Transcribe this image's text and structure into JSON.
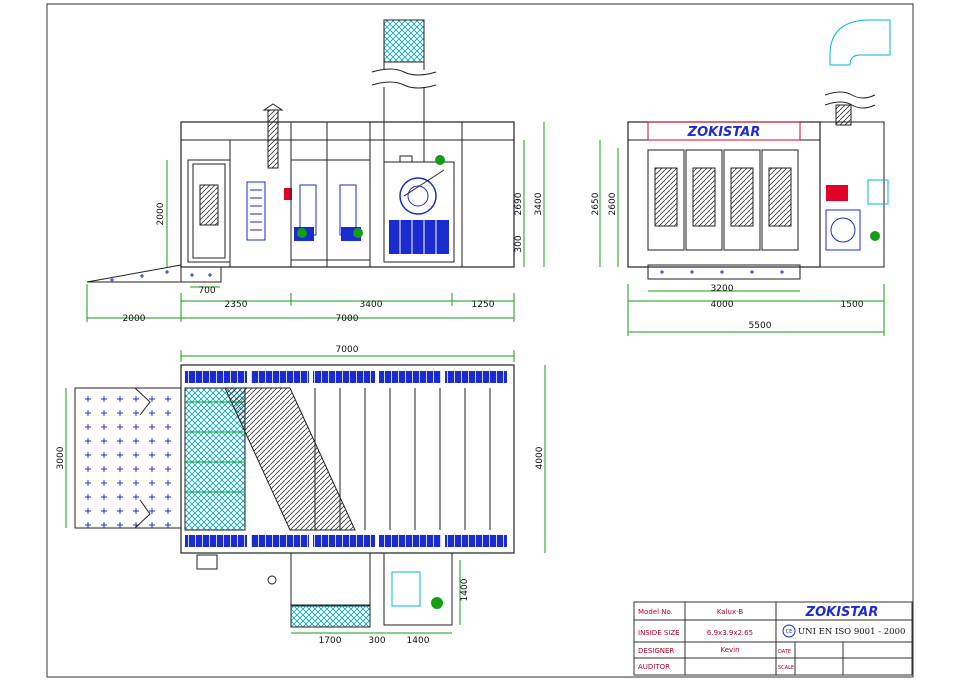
{
  "dims": {
    "front_2000": "2000",
    "front_2690": "2690",
    "front_3400h": "3400",
    "front_300": "300",
    "front_700": "700",
    "front_2350": "2350",
    "front_3400w": "3400",
    "front_1250": "1250",
    "front_2000w": "2000",
    "front_7000": "7000",
    "side_2650": "2650",
    "side_2600": "2600",
    "side_3200": "3200",
    "side_4000": "4000",
    "side_1500": "1500",
    "side_5500": "5500",
    "plan_7000": "7000",
    "plan_3000": "3000",
    "plan_4000": "4000",
    "plan_1400v": "1400",
    "plan_1700": "1700",
    "plan_300": "300",
    "plan_1400": "1400"
  },
  "side_logo": "ZOKISTAR",
  "title_block": {
    "model_label": "Model No.",
    "model_value": "Kalux-B",
    "size_label": "INSIDE SIZE",
    "size_value": "6.9x3.9x2.65",
    "designer_label": "DESIGNER",
    "designer_value": "Kevin",
    "auditor_label": "AUDITOR",
    "date_label": "DATE",
    "scale_label": "SCALE",
    "logo": "ZOKISTAR",
    "cert": "UNI EN ISO 9001 - 2000",
    "ce_mark": "CE"
  },
  "colors": {
    "line": "#222222",
    "dimension": "#12a012",
    "blue": "#1a2bd1",
    "cyan": "#00b8d8",
    "red": "#e0002a",
    "title_red": "#b00020"
  }
}
